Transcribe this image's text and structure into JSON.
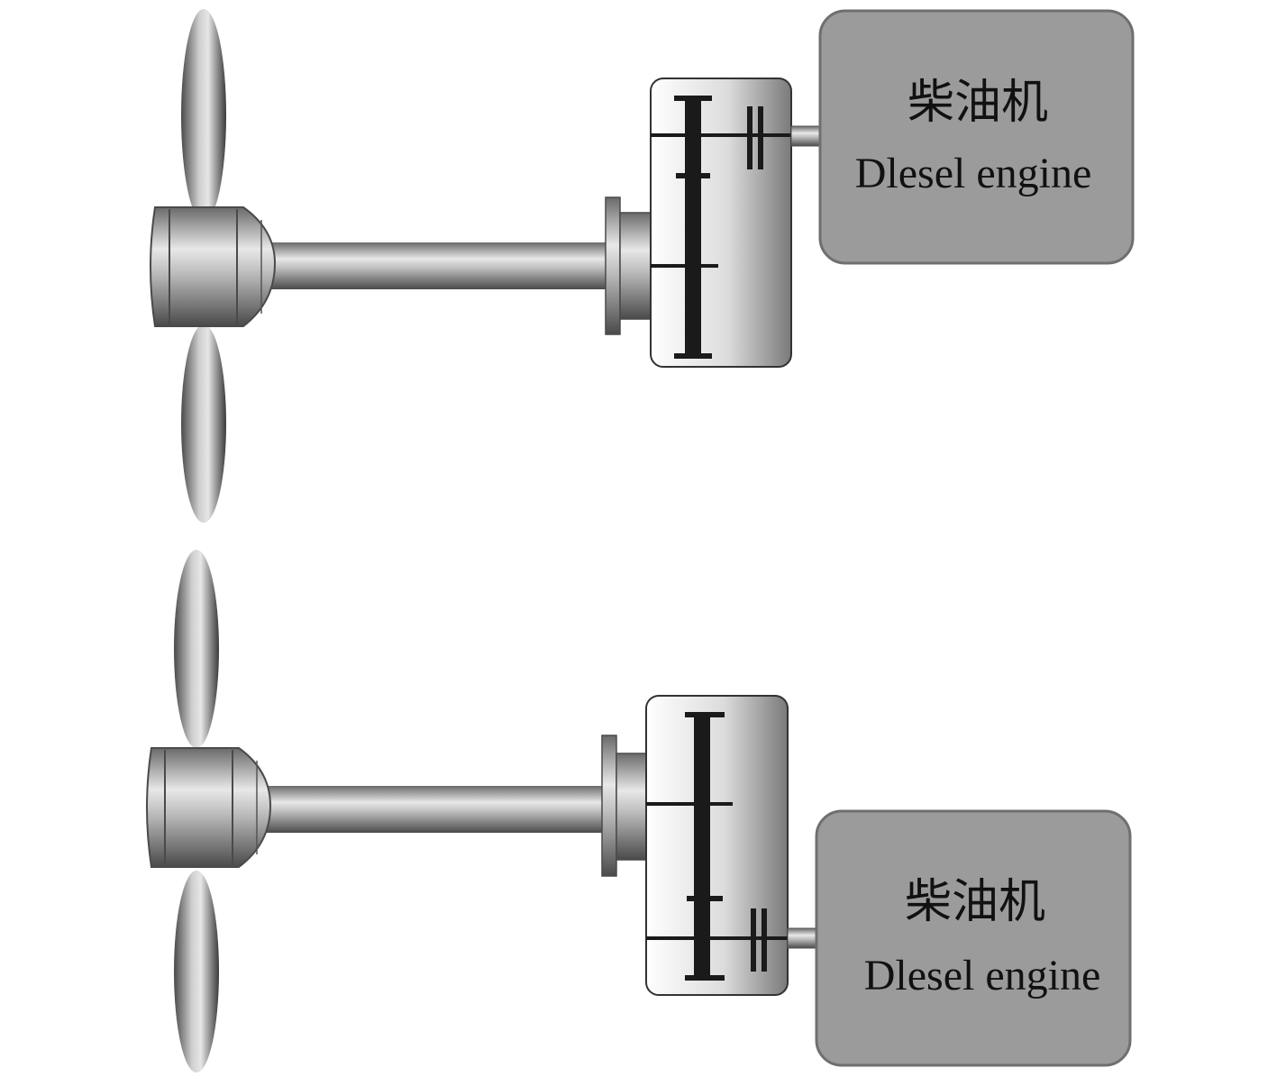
{
  "systems": [
    {
      "engine": {
        "label_cn": "柴油机",
        "label_en": "Dlesel engine"
      }
    },
    {
      "engine": {
        "label_cn": "柴油机",
        "label_en": "Dlesel engine"
      }
    }
  ],
  "colors": {
    "engine_fill": "#9b9b9b",
    "engine_stroke": "#6f6f6f",
    "gear_dark": "#1a1a1a",
    "metal_light": "#f2f2f2",
    "metal_dark": "#5a5a5a"
  }
}
